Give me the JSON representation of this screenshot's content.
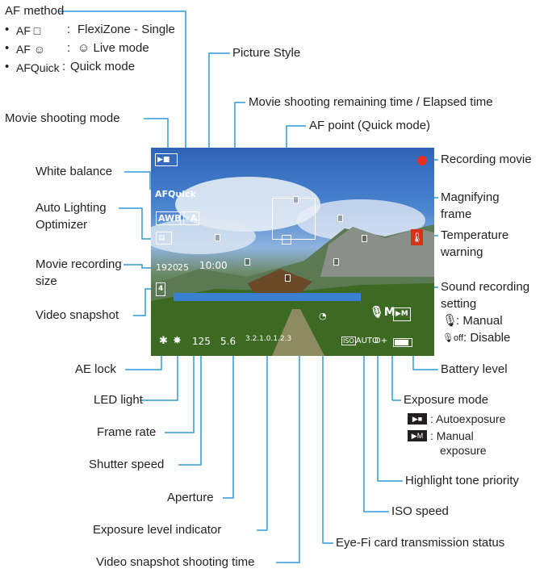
{
  "labels": {
    "af_method": "AF method",
    "af_items": [
      {
        "code": "AF □",
        "sep": ":",
        "desc": "FlexiZone - Single"
      },
      {
        "code": "AF ☺",
        "sep": ":",
        "desc": "☺ Live mode"
      },
      {
        "code": "AFQuick",
        "sep": ":",
        "desc": "Quick mode"
      }
    ],
    "picture_style": "Picture Style",
    "movie_time": "Movie shooting remaining time / Elapsed time",
    "movie_shooting_mode": "Movie shooting mode",
    "af_point": "AF point (Quick mode)",
    "recording_movie": "Recording movie",
    "white_balance": "White balance",
    "magnifying_frame_1": "Magnifying",
    "magnifying_frame_2": "frame",
    "auto_lighting_1": "Auto Lighting",
    "auto_lighting_2": "Optimizer",
    "temp_warning_1": "Temperature",
    "temp_warning_2": "warning",
    "movie_rec_size_1": "Movie recording",
    "movie_rec_size_2": "size",
    "sound_rec_1": "Sound recording",
    "sound_rec_2": "setting",
    "sound_manual": ": Manual",
    "sound_disable": ": Disable",
    "video_snapshot": "Video snapshot",
    "ae_lock": "AE lock",
    "battery_level": "Battery level",
    "led_light": "LED light",
    "exposure_mode": "Exposure mode",
    "exp_auto": ": Autoexposure",
    "exp_manual_1": ": Manual",
    "exp_manual_2": "exposure",
    "frame_rate": "Frame rate",
    "shutter_speed": "Shutter speed",
    "highlight_tone": "Highlight tone priority",
    "aperture": "Aperture",
    "iso_speed": "ISO speed",
    "exposure_level": "Exposure level indicator",
    "eyefi": "Eye-Fi card transmission status",
    "snapshot_time": "Video snapshot shooting time"
  },
  "screen": {
    "af_quick": "AFQuick",
    "awb": "AWB",
    "picture_style_icon": "☼A",
    "rec_size": "1920",
    "frame_rate": "25",
    "remaining_time": "10:00",
    "snapshot_icon": "4",
    "shutter": "125",
    "aperture": "5.6",
    "exposure_scale": "3.2.1.0.1.2.3",
    "iso": "AUTO",
    "highlight_tone": "D+",
    "sound_mode": "M",
    "colors": {
      "record_dot": "#e8301e",
      "temp_warning_bg": "#d9311c",
      "snapshot_bar": "#3a7fd0"
    }
  }
}
